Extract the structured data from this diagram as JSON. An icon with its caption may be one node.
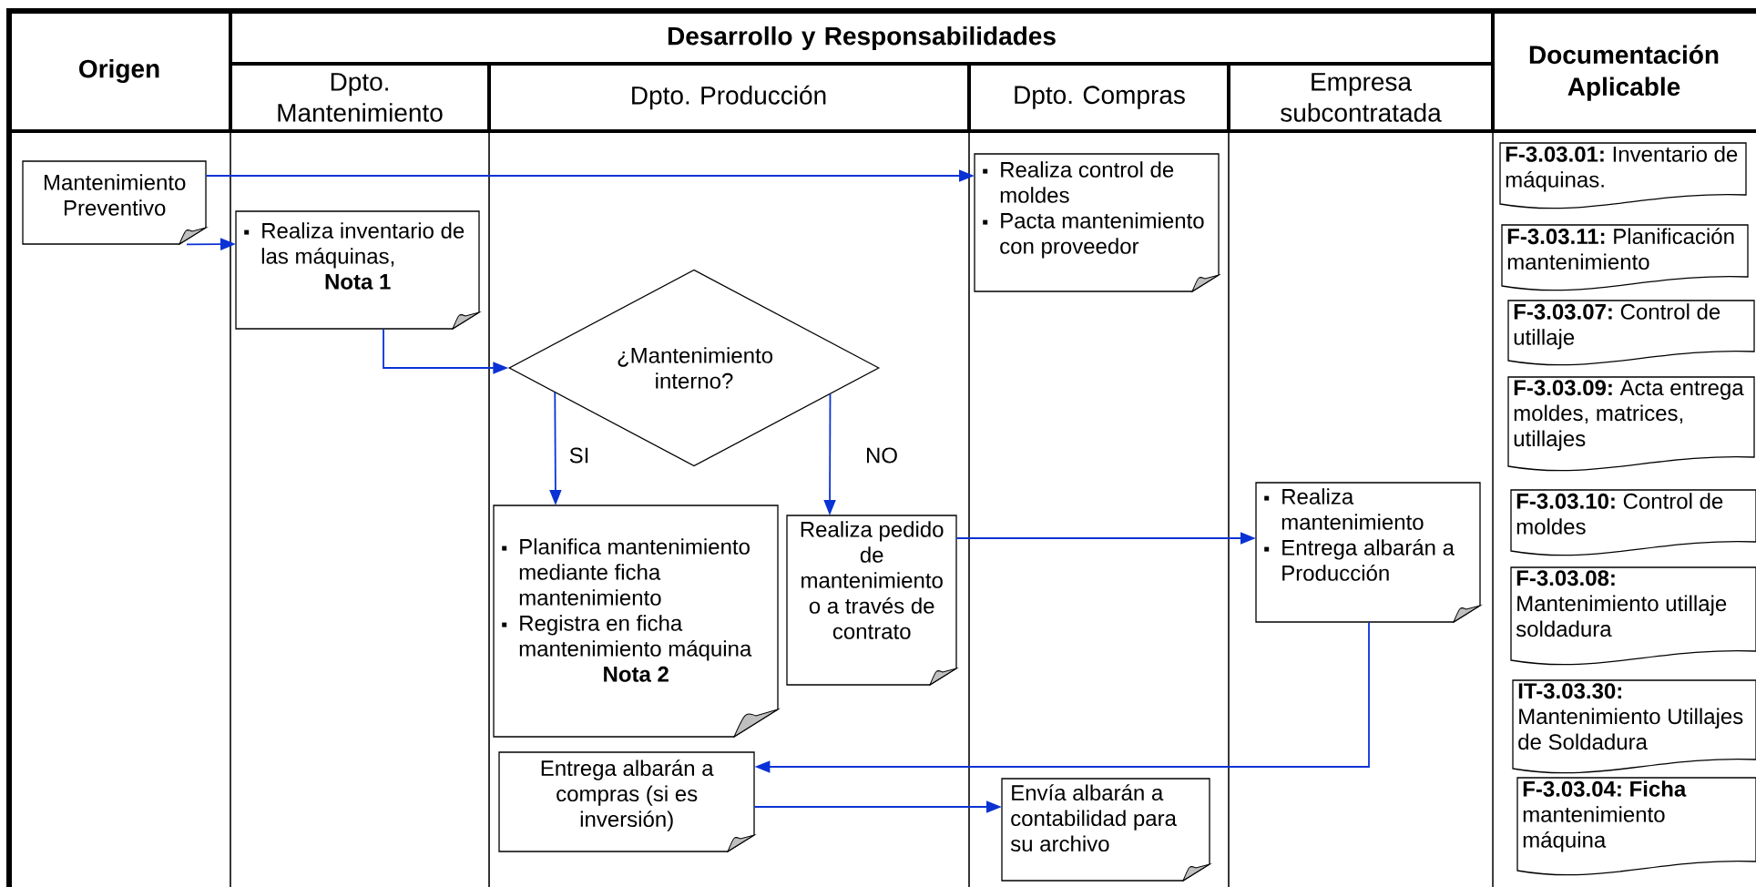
{
  "diagram": {
    "nodes": [
      {
        "text": [
          "Mantenimiento Preventivo"
        ]
      },
      {
        "text": [
          "Realiza inventario de las máquinas,",
          "Nota 1"
        ]
      },
      {
        "text": [
          "¿Mantenimiento interno?"
        ]
      },
      {
        "text": [
          "Realiza control de moldes",
          "Pacta mantenimiento con proveedor"
        ]
      },
      {
        "text": [
          "Planifica mantenimiento mediante ficha mantenimiento",
          "Registra en ficha mantenimiento máquina",
          "Nota 2"
        ]
      },
      {
        "text": [
          "Realiza pedido de mantenimiento o a través de contrato"
        ]
      },
      {
        "text": [
          "Realiza mantenimiento",
          "Entrega albarán a Producción"
        ]
      },
      {
        "text": [
          "Entrega albarán a compras (si es inversión)"
        ]
      },
      {
        "text": [
          "Envía albarán a contabilidad para su archivo"
        ]
      },
      {
        "text": [
          "**F-3.03.01:** Inventario de máquinas."
        ]
      },
      {
        "text": [
          "**F-3.03.11:** Planificación mantenimiento"
        ]
      },
      {
        "text": [
          "**F-3.03.07:** Control de utillaje"
        ]
      },
      {
        "text": [
          "**F-3.03.09:** Acta entrega moldes, matrices, utillajes"
        ]
      },
      {
        "text": [
          "**F-3.03.10:** Control de moldes"
        ]
      },
      {
        "text": [
          "**F-3.03.08:** Mantenimiento utillaje soldadura"
        ]
      },
      {
        "text": [
          "**IT-3.03.30:** Mantenimiento Utillajes de Soldadura"
        ]
      },
      {
        "text": [
          "**F-3.03.04: Ficha** mantenimiento máquina"
        ]
      }
    ],
    "edges": [
      {
        "from": 0,
        "to": 3,
        "arrow": "to"
      },
      {
        "from": 0,
        "to": 1,
        "arrow": "to"
      },
      {
        "from": 1,
        "to": 2,
        "arrow": "to"
      },
      {
        "from": 2,
        "to": 4,
        "arrow": "to",
        "label": "SI"
      },
      {
        "from": 2,
        "to": 5,
        "arrow": "to",
        "label": "NO"
      },
      {
        "from": 5,
        "to": 6,
        "arrow": "to"
      },
      {
        "from": 6,
        "to": 7,
        "arrow": "to"
      },
      {
        "from": 7,
        "to": 8,
        "arrow": "to"
      }
    ],
    "labels": [
      "Origen",
      "Desarrollo y Responsabilidades",
      "Documentación Aplicable",
      "Dpto. Mantenimiento",
      "Dpto. Producción",
      "Dpto. Compras",
      "Empresa subcontratada"
    ]
  }
}
